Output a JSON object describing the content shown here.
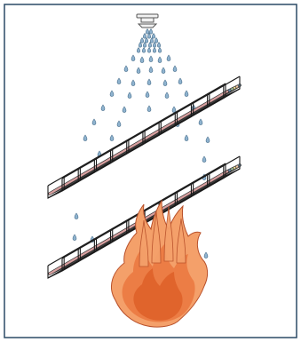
{
  "illustration": {
    "subject": "sprinkler-over-cable-trays-with-fire",
    "icons": {
      "sprinkler": "sprinkler-head-icon",
      "water": "water-droplet-icon",
      "tray": "cable-tray-icon",
      "cable": "cable-icon",
      "fire": "fire-icon"
    },
    "colors": {
      "frame_border": "#2c4a66",
      "background": "#ffffff",
      "sprinkler_fill": "#f2f2f2",
      "sprinkler_stroke": "#555555",
      "droplet_fill": "#8fb3cf",
      "droplet_stroke": "#4a6f8c",
      "tray_wire": "#1a1a1a",
      "cable_colors": [
        "#8fb8d6",
        "#f0c8a8",
        "#e8d890",
        "#a8c8a0",
        "#6688aa",
        "#d9a0a0"
      ],
      "fire_outer": "#f4a06a",
      "fire_mid": "#ec7d45",
      "fire_inner": "#e0642c",
      "fire_stroke": "#b8502a"
    },
    "tray_count": 2,
    "cables_per_tray": 6,
    "droplet_count": 70
  }
}
